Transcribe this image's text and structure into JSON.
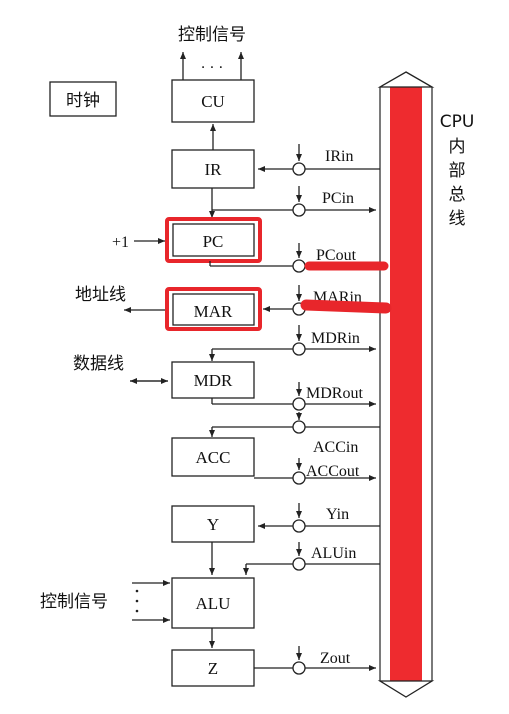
{
  "labels": {
    "control_signals_top": "控制信号",
    "dots_top": "· · ·",
    "clock": "时钟",
    "address_line": "地址线",
    "data_line": "数据线",
    "plus_one": "+1",
    "control_signals_left": "控制信号",
    "bus_line1": "CPU",
    "bus_line2": "内",
    "bus_line3": "部",
    "bus_line4": "总",
    "bus_line5": "线"
  },
  "boxes": {
    "cu": "CU",
    "ir": "IR",
    "pc": "PC",
    "mar": "MAR",
    "mdr": "MDR",
    "acc": "ACC",
    "y": "Y",
    "alu": "ALU",
    "z": "Z"
  },
  "signals": {
    "irin": "IRin",
    "pcin": "PCin",
    "pcout": "PCout",
    "marin": "MARin",
    "mdrin": "MDRin",
    "mdrout": "MDRout",
    "accin": "ACCin",
    "accout": "ACCout",
    "yin": "Yin",
    "aluin": "ALUin",
    "zout": "Zout"
  },
  "colors": {
    "bus": "#ee2b2f",
    "highlight": "#e8262b",
    "line": "#222222"
  }
}
